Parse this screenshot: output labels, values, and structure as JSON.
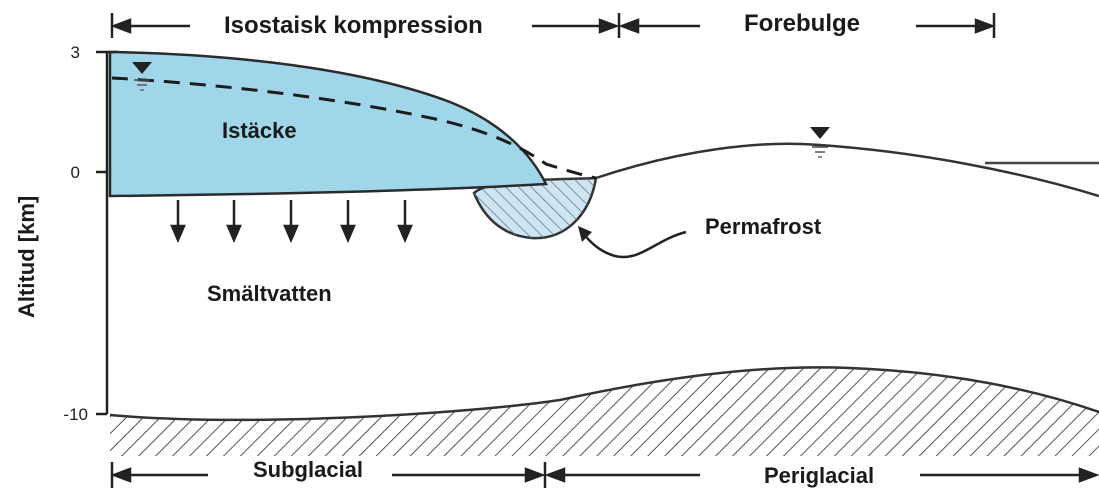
{
  "title": "",
  "top": {
    "left_span_label": "Isostaisk kompression",
    "right_span_label": "Forebulge"
  },
  "bottom": {
    "left_span_label": "Subglacial",
    "right_span_label": "Periglacial"
  },
  "axis": {
    "label": "Altitud [km]",
    "ticks": [
      "3",
      "0",
      "-10"
    ]
  },
  "labels": {
    "ice_sheet": "Istäcke",
    "permafrost": "Permafrost",
    "meltwater": "Smältvatten"
  },
  "colors": {
    "ice": "#9fd6ea",
    "ice_edge": "#2b2b2b",
    "permafrost_fill": "#cfe6f2",
    "hatch": "#555555"
  },
  "icons": {
    "water_table": "water-table-icon",
    "down_arrow": "down-arrow-icon",
    "curved_arrow": "curved-arrow-icon"
  }
}
